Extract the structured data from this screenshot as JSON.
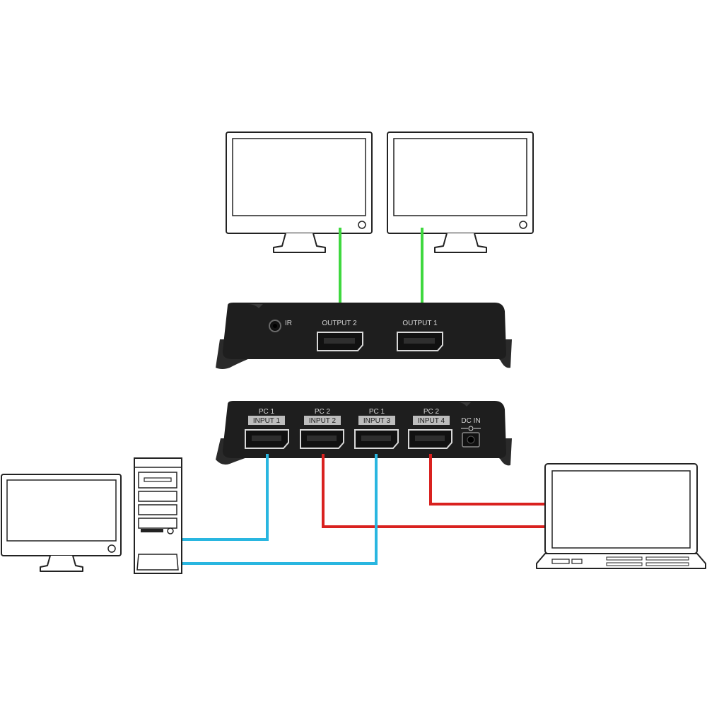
{
  "colors": {
    "video_out_cable": "#3fd83f",
    "pc1_cable": "#29b6e0",
    "pc2_cable": "#d9211f",
    "device_body": "#1e1e1e",
    "outline": "#222222"
  },
  "output_unit": {
    "ir_label": "IR",
    "ports": [
      {
        "label": "OUTPUT 2"
      },
      {
        "label": "OUTPUT 1"
      }
    ]
  },
  "input_unit": {
    "ports": [
      {
        "source": "PC 1",
        "label": "INPUT 1"
      },
      {
        "source": "PC 2",
        "label": "INPUT 2"
      },
      {
        "source": "PC 1",
        "label": "INPUT 3"
      },
      {
        "source": "PC 2",
        "label": "INPUT 4"
      }
    ],
    "power_label": "DC IN"
  },
  "devices": [
    {
      "icon": "monitor-icon",
      "role": "display-2"
    },
    {
      "icon": "monitor-icon",
      "role": "display-1"
    },
    {
      "icon": "monitor-icon",
      "role": "pc1-display"
    },
    {
      "icon": "desktop-tower-icon",
      "role": "pc1"
    },
    {
      "icon": "laptop-icon",
      "role": "pc2"
    }
  ]
}
